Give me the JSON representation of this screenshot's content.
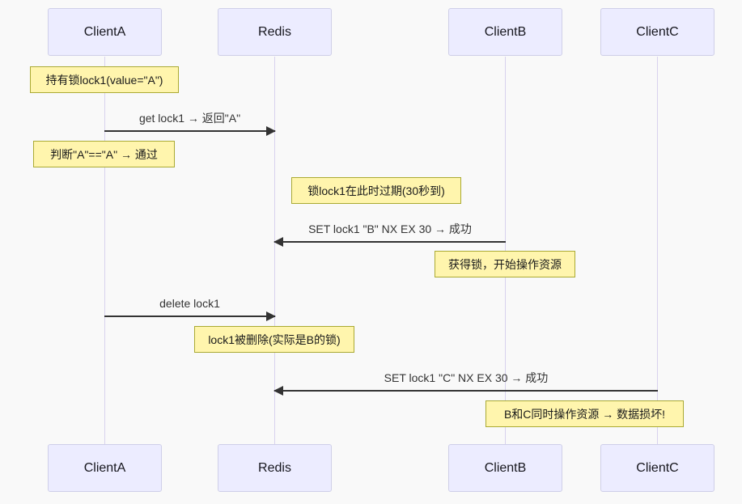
{
  "diagram": {
    "type": "sequence-diagram",
    "topic": "Redis distributed lock expiry / wrong-delete failure scenario",
    "actors": [
      {
        "label": "ClientA"
      },
      {
        "label": "Redis"
      },
      {
        "label": "ClientB"
      },
      {
        "label": "ClientC"
      }
    ],
    "messages": [
      {
        "from": "ClientA",
        "to": "Redis",
        "label": "get lock1 → 返回\"A\""
      },
      {
        "from": "ClientB",
        "to": "Redis",
        "label": "SET lock1 \"B\" NX EX 30 → 成功"
      },
      {
        "from": "ClientA",
        "to": "Redis",
        "label": "delete lock1"
      },
      {
        "from": "ClientC",
        "to": "Redis",
        "label": "SET lock1 \"C\" NX EX 30 → 成功"
      }
    ],
    "notes": [
      {
        "over": "ClientA",
        "text": "持有锁lock1(value=\"A\")"
      },
      {
        "over": "ClientA",
        "text": "判断\"A\"==\"A\" → 通过"
      },
      {
        "over": "Redis,ClientB",
        "text": "锁lock1在此时过期(30秒到)"
      },
      {
        "over": "ClientB",
        "text": "获得锁，开始操作资源"
      },
      {
        "over": "Redis",
        "text": "lock1被删除(实际是B的锁)"
      },
      {
        "over": "ClientB,ClientC",
        "text": "B和C同时操作资源 → 数据损坏!"
      }
    ],
    "colors": {
      "background": "#f9f9f9",
      "actor_fill": "#ececff",
      "actor_border": "#cfcfe8",
      "note_fill": "#fff5ad",
      "note_border": "#aaaa33",
      "lifeline": "#d8d2ee",
      "arrow": "#333333",
      "text": "#1a1a1a"
    }
  }
}
